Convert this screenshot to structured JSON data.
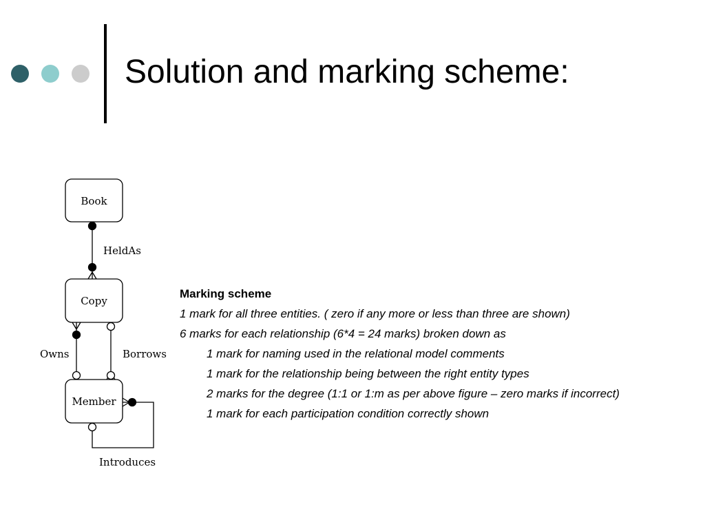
{
  "slide": {
    "title": "Solution and marking scheme:",
    "decor_colors": [
      "#2e6068",
      "#8ecdcd",
      "#cccccc"
    ]
  },
  "diagram": {
    "entities": {
      "book": "Book",
      "copy": "Copy",
      "member": "Member"
    },
    "relationships": {
      "held_as": "HeldAs",
      "owns": "Owns",
      "borrows": "Borrows",
      "introduces": "Introduces"
    }
  },
  "marking_scheme": {
    "heading": "Marking scheme",
    "items": [
      "1 mark for all three entities. ( zero if any more or less than three are shown)",
      "6 marks for each relationship (6*4 = 24 marks) broken down as"
    ],
    "sub_items": [
      "1 mark for naming used in the relational model comments",
      "1 mark for the relationship being between the right entity types",
      "2 marks for the degree (1:1 or 1:m as per above figure – zero marks if incorrect)",
      "1 mark for each participation condition correctly shown"
    ]
  }
}
